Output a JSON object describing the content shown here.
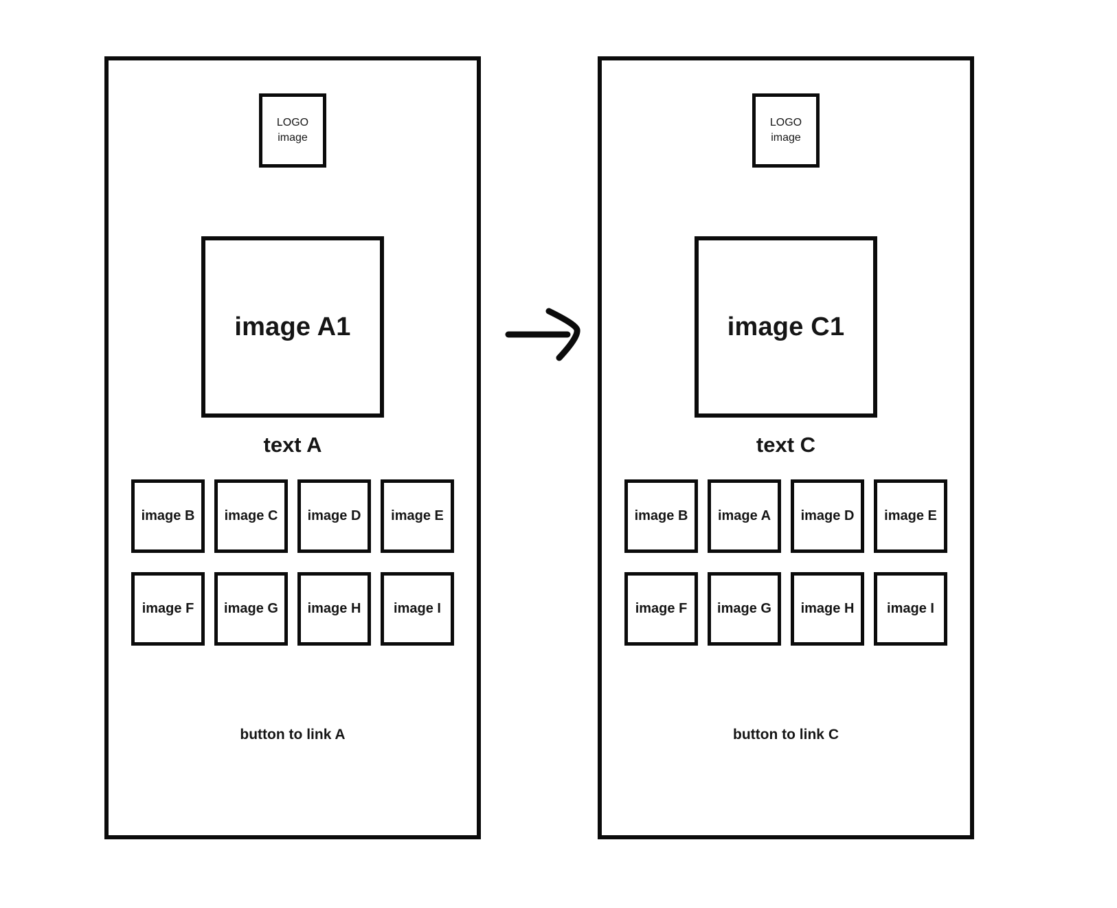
{
  "diagram": {
    "description": "wireframe flow: screen state A transitions to screen state C",
    "colors": {
      "stroke": "#0b0b0b",
      "background": "#ffffff",
      "text": "#151515"
    },
    "arrow_icon": "right-arrow",
    "panels": [
      {
        "state": "A",
        "logo": {
          "line1": "LOGO",
          "line2": "image"
        },
        "hero_image_label": "image A1",
        "caption": "text A",
        "thumbnails": [
          "image B",
          "image C",
          "image D",
          "image E",
          "image F",
          "image G",
          "image H",
          "image I"
        ],
        "button_label": "button to link A"
      },
      {
        "state": "C",
        "logo": {
          "line1": "LOGO",
          "line2": "image"
        },
        "hero_image_label": "image C1",
        "caption": "text C",
        "thumbnails": [
          "image B",
          "image A",
          "image D",
          "image E",
          "image F",
          "image G",
          "image H",
          "image I"
        ],
        "button_label": "button to link C"
      }
    ]
  }
}
